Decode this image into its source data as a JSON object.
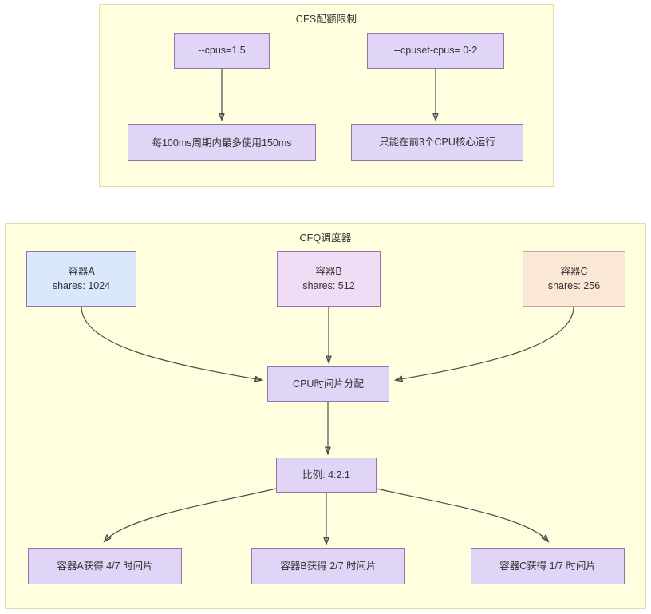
{
  "diagram": {
    "type": "flowchart",
    "panels": [
      {
        "id": "cfs",
        "title": "CFS配额限制",
        "nodes": [
          {
            "id": "cpus",
            "label": "--cpus=1.5"
          },
          {
            "id": "cpuset",
            "label": "--cpuset-cpus= 0-2"
          },
          {
            "id": "cpus-eff",
            "label": "每100ms周期内最多使用150ms"
          },
          {
            "id": "cpuset-eff",
            "label": "只能在前3个CPU核心运行"
          }
        ],
        "edges": [
          {
            "from": "cpus",
            "to": "cpus-eff"
          },
          {
            "from": "cpuset",
            "to": "cpuset-eff"
          }
        ]
      },
      {
        "id": "cfq",
        "title": "CFQ调度器",
        "nodes": [
          {
            "id": "container-a",
            "name": "容器A",
            "shares": "shares: 1024"
          },
          {
            "id": "container-b",
            "name": "容器B",
            "shares": "shares: 512"
          },
          {
            "id": "container-c",
            "name": "容器C",
            "shares": "shares: 256"
          },
          {
            "id": "alloc",
            "label": "CPU时间片分配"
          },
          {
            "id": "ratio",
            "label": "比例: 4:2:1"
          },
          {
            "id": "out-a",
            "label": "容器A获得 4/7 时间片"
          },
          {
            "id": "out-b",
            "label": "容器B获得 2/7 时间片"
          },
          {
            "id": "out-c",
            "label": "容器C获得 1/7 时间片"
          }
        ],
        "edges": [
          {
            "from": "container-a",
            "to": "alloc"
          },
          {
            "from": "container-b",
            "to": "alloc"
          },
          {
            "from": "container-c",
            "to": "alloc"
          },
          {
            "from": "alloc",
            "to": "ratio"
          },
          {
            "from": "ratio",
            "to": "out-a"
          },
          {
            "from": "ratio",
            "to": "out-b"
          },
          {
            "from": "ratio",
            "to": "out-c"
          }
        ]
      }
    ],
    "colors": {
      "panel_fill": "#ffffe0",
      "panel_border": "#dedeab",
      "node_lavender": "#e1d5f7",
      "node_blue": "#dae8fc",
      "node_pink": "#f0ddf5",
      "node_peach": "#fbe7d5",
      "node_border": "#9673a6",
      "edge": "#4d4d4d",
      "text": "#333333"
    }
  }
}
